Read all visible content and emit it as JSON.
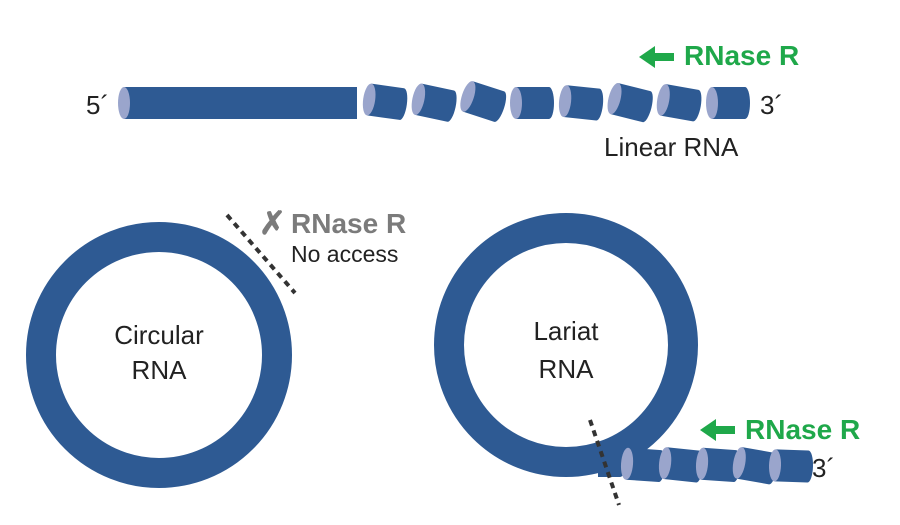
{
  "colors": {
    "strand": "#2e5a93",
    "strand_end": "#9aa5cc",
    "enzyme": "#1fa84a",
    "blocked": "#7b7b7b",
    "text": "#222222",
    "cut_line": "#333333"
  },
  "linear": {
    "five_prime": "5´",
    "three_prime": "3´",
    "enzyme_label": "RNase R",
    "arrow_icon": "arrow-left-icon",
    "caption": "Linear RNA"
  },
  "circular": {
    "line1": "Circular",
    "line2": "RNA",
    "blocked_icon": "x-mark-icon",
    "blocked_symbol": "✗",
    "enzyme_label": "RNase R",
    "note": "No access"
  },
  "lariat": {
    "line1": "Lariat",
    "line2": "RNA",
    "enzyme_label": "RNase R",
    "arrow_icon": "arrow-left-icon",
    "three_prime": "3´"
  }
}
